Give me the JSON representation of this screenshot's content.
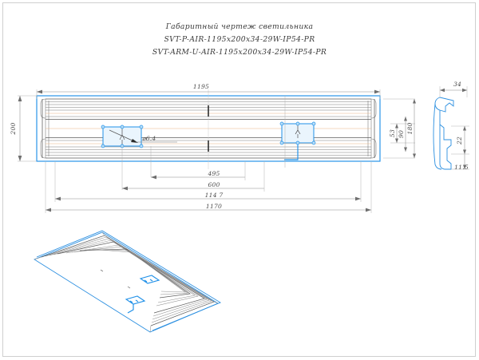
{
  "document": {
    "kind": "cad-technical-drawing",
    "background_color": "#ffffff",
    "frame_color": "#cfcfcf",
    "highlight_color": "#1f90e8",
    "line_color": "#7c7c7c",
    "centerline_color": "#e8b486"
  },
  "title": {
    "line1": "Габаритный чертеж светильника",
    "line2": "SVT-P-AIR-1195x200x34-29W-IP54-PR",
    "line3": "SVT-ARM-U-AIR-1195x200x34-29W-IP54-PR"
  },
  "views": {
    "front": {
      "name": "front-view"
    },
    "side": {
      "name": "side-view"
    },
    "isometric": {
      "name": "isometric-view"
    }
  },
  "dimensions": {
    "overall_length": "1195",
    "overall_height": "200",
    "mount_495": "495",
    "mount_600": "600",
    "mount_1147": "114 7",
    "mount_1170": "1170",
    "hole_diameter": "⌀6.4",
    "side_width": "34",
    "side_22": "22",
    "side_115": "11.5",
    "v_53": "53",
    "v_90": "90",
    "v_180": "180"
  }
}
